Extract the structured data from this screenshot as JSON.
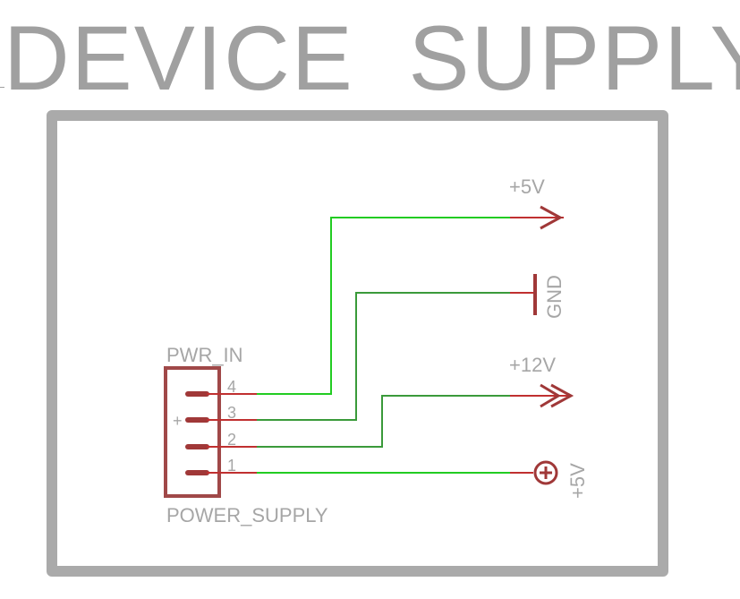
{
  "title": "DEVICE  SUPPLY",
  "connector": {
    "name": "PWR_IN",
    "value": "POWER_SUPPLY",
    "pins": [
      "4",
      "3",
      "2",
      "1"
    ],
    "origin_mark": "+"
  },
  "symbols": {
    "plus5v_top": "+5V",
    "gnd": "GND",
    "plus12v": "+12V",
    "plus5v_bottom": "+5V"
  },
  "colors": {
    "frame": "#aaaaaa",
    "wire_bright": "#22cc22",
    "wire_dark": "#3a9a3a",
    "pin": "#c03030",
    "symbol": "#a03838",
    "body": "#a04848",
    "text": "#a6a6a6"
  }
}
